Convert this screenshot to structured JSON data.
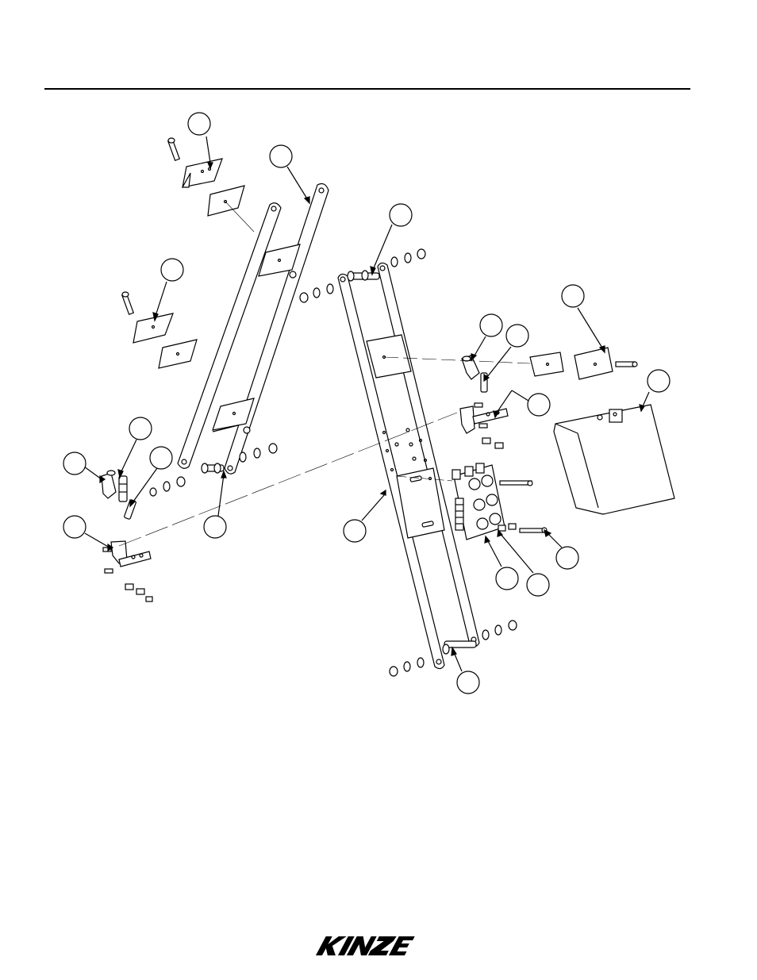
{
  "document": {
    "brand": {
      "logo_text": "KINZE",
      "logo_color": "#000000"
    },
    "diagram": {
      "kind": "exploded parts assembly",
      "callouts": [
        {
          "id": "callout-1",
          "label": ""
        },
        {
          "id": "callout-2",
          "label": ""
        },
        {
          "id": "callout-3",
          "label": ""
        },
        {
          "id": "callout-4",
          "label": ""
        },
        {
          "id": "callout-5",
          "label": ""
        },
        {
          "id": "callout-6",
          "label": ""
        },
        {
          "id": "callout-7",
          "label": ""
        },
        {
          "id": "callout-8",
          "label": ""
        },
        {
          "id": "callout-9",
          "label": ""
        },
        {
          "id": "callout-10",
          "label": ""
        },
        {
          "id": "callout-11",
          "label": ""
        },
        {
          "id": "callout-12",
          "label": ""
        },
        {
          "id": "callout-13",
          "label": ""
        },
        {
          "id": "callout-14",
          "label": ""
        },
        {
          "id": "callout-15",
          "label": ""
        },
        {
          "id": "callout-16",
          "label": ""
        },
        {
          "id": "callout-17",
          "label": ""
        },
        {
          "id": "callout-18",
          "label": ""
        },
        {
          "id": "callout-19",
          "label": ""
        },
        {
          "id": "callout-20",
          "label": ""
        }
      ]
    }
  }
}
